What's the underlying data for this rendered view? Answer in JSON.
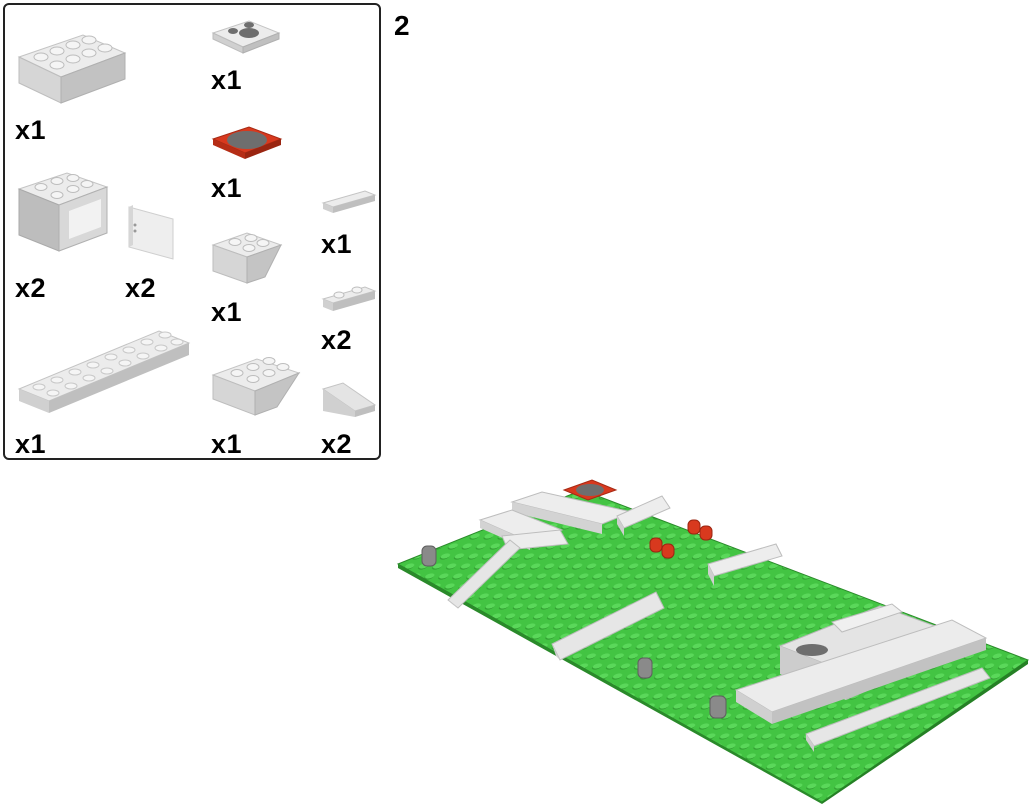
{
  "step": {
    "number": "2"
  },
  "colors": {
    "white_brick": "#e9e9e9",
    "white_brick_side": "#cfcfcf",
    "white_brick_dark": "#b9b9b9",
    "red_tile": "#d8391e",
    "grey_tile": "#6e6e6e",
    "baseplate_green": "#3fbf3f",
    "baseplate_dark": "#2f9a2f",
    "panel_border": "#222222"
  },
  "parts": [
    {
      "id": "brick-2x4",
      "qty": "x1"
    },
    {
      "id": "plate-2x2-round-hole",
      "qty": "x1"
    },
    {
      "id": "tile-2x2-red-round",
      "qty": "x1"
    },
    {
      "id": "window-frame-2x3",
      "qty": "x2"
    },
    {
      "id": "window-pane",
      "qty": "x2"
    },
    {
      "id": "slope-inverted-2x2",
      "qty": "x1"
    },
    {
      "id": "tile-1x2",
      "qty": "x1"
    },
    {
      "id": "plate-1x2",
      "qty": "x2"
    },
    {
      "id": "plate-2x8",
      "qty": "x1"
    },
    {
      "id": "slope-inverted-2x3",
      "qty": "x1"
    },
    {
      "id": "slope-1x2",
      "qty": "x2"
    }
  ]
}
